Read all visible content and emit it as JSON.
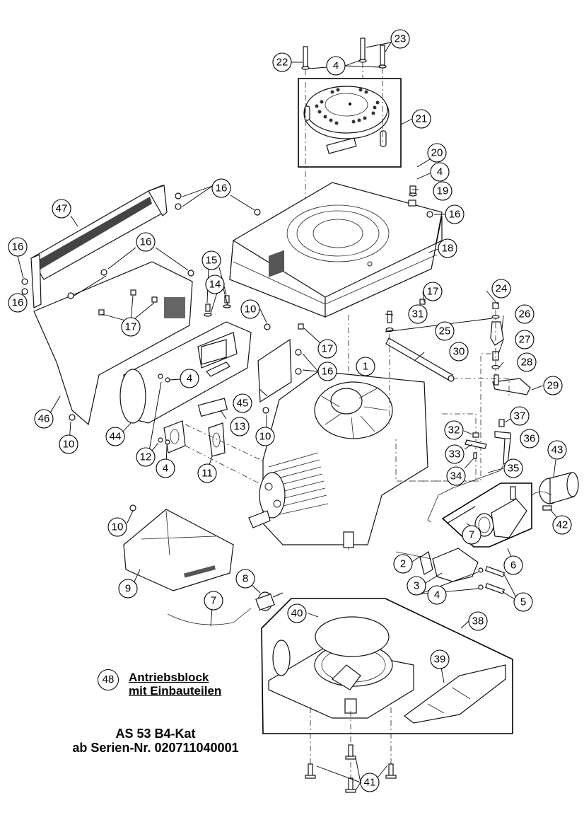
{
  "document": {
    "type": "exploded parts diagram",
    "title_number": "48",
    "title_line1": "Antriebsblock",
    "title_line2": "mit Einbauteilen",
    "model": "AS 53 B4-Kat",
    "serial": "ab Serien-Nr. 020711040001"
  },
  "callouts": [
    {
      "id": "c22",
      "label": "22"
    },
    {
      "id": "c4a",
      "label": "4"
    },
    {
      "id": "c23",
      "label": "23"
    },
    {
      "id": "c21",
      "label": "21"
    },
    {
      "id": "c20",
      "label": "20"
    },
    {
      "id": "c4b",
      "label": "4"
    },
    {
      "id": "c19",
      "label": "19"
    },
    {
      "id": "c16a",
      "label": "16"
    },
    {
      "id": "c16b",
      "label": "16"
    },
    {
      "id": "c47",
      "label": "47"
    },
    {
      "id": "c16c",
      "label": "16"
    },
    {
      "id": "c16d",
      "label": "16"
    },
    {
      "id": "c18",
      "label": "18"
    },
    {
      "id": "c15",
      "label": "15"
    },
    {
      "id": "c14",
      "label": "14"
    },
    {
      "id": "c16e",
      "label": "16"
    },
    {
      "id": "c17a",
      "label": "17"
    },
    {
      "id": "c17b",
      "label": "17"
    },
    {
      "id": "c24",
      "label": "24"
    },
    {
      "id": "c10a",
      "label": "10"
    },
    {
      "id": "c31",
      "label": "31"
    },
    {
      "id": "c26",
      "label": "26"
    },
    {
      "id": "c25",
      "label": "25"
    },
    {
      "id": "c17c",
      "label": "17"
    },
    {
      "id": "c27",
      "label": "27"
    },
    {
      "id": "c30",
      "label": "30"
    },
    {
      "id": "c28",
      "label": "28"
    },
    {
      "id": "c1",
      "label": "1"
    },
    {
      "id": "c16f",
      "label": "16"
    },
    {
      "id": "c4c",
      "label": "4"
    },
    {
      "id": "c29",
      "label": "29"
    },
    {
      "id": "c45",
      "label": "45"
    },
    {
      "id": "c46",
      "label": "46"
    },
    {
      "id": "c44",
      "label": "44"
    },
    {
      "id": "c13",
      "label": "13"
    },
    {
      "id": "c10b",
      "label": "10"
    },
    {
      "id": "c10c",
      "label": "10"
    },
    {
      "id": "c32",
      "label": "32"
    },
    {
      "id": "c37",
      "label": "37"
    },
    {
      "id": "c36",
      "label": "36"
    },
    {
      "id": "c43",
      "label": "43"
    },
    {
      "id": "c12",
      "label": "12"
    },
    {
      "id": "c4d",
      "label": "4"
    },
    {
      "id": "c11",
      "label": "11"
    },
    {
      "id": "c33",
      "label": "33"
    },
    {
      "id": "c34",
      "label": "34"
    },
    {
      "id": "c35",
      "label": "35"
    },
    {
      "id": "c10d",
      "label": "10"
    },
    {
      "id": "c7a",
      "label": "7"
    },
    {
      "id": "c42",
      "label": "42"
    },
    {
      "id": "c2",
      "label": "2"
    },
    {
      "id": "c6",
      "label": "6"
    },
    {
      "id": "c3",
      "label": "3"
    },
    {
      "id": "c9",
      "label": "9"
    },
    {
      "id": "c8",
      "label": "8"
    },
    {
      "id": "c4e",
      "label": "4"
    },
    {
      "id": "c5",
      "label": "5"
    },
    {
      "id": "c7b",
      "label": "7"
    },
    {
      "id": "c40",
      "label": "40"
    },
    {
      "id": "c38",
      "label": "38"
    },
    {
      "id": "c39",
      "label": "39"
    },
    {
      "id": "c41",
      "label": "41"
    }
  ]
}
